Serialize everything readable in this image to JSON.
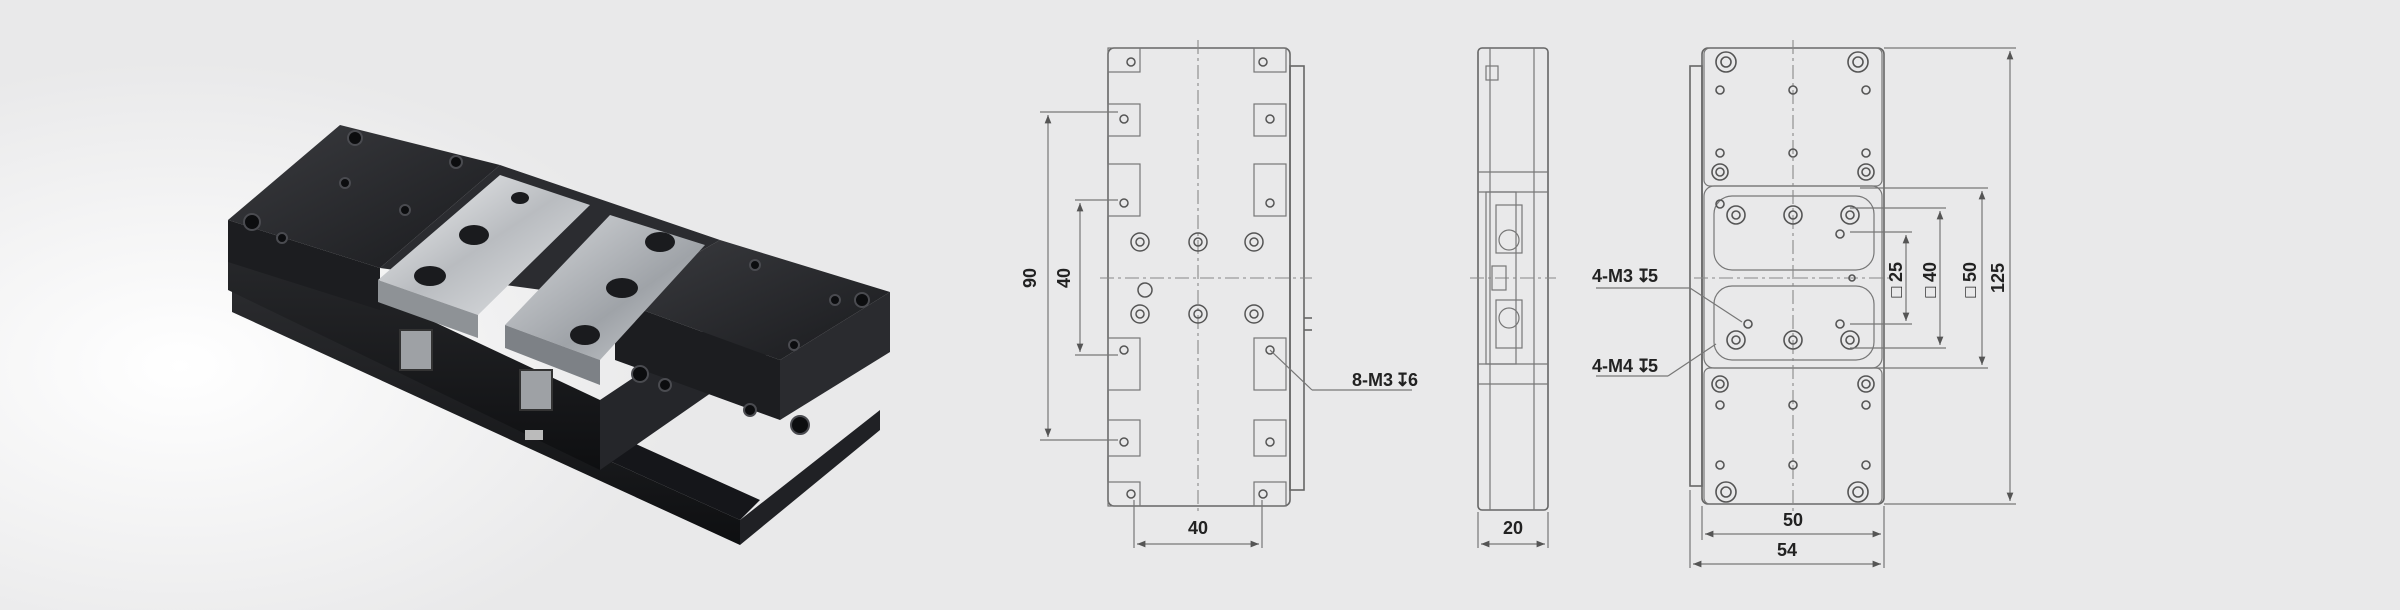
{
  "labels": {
    "front_height_total": "90",
    "front_height_inner": "40",
    "front_width": "40",
    "front_thread_callout": "8-M3",
    "front_thread_depth": "6",
    "side_thickness": "20",
    "top_thread_m3": "4-M3",
    "top_thread_m3_depth": "5",
    "top_thread_m4": "4-M4",
    "top_thread_m4_depth": "5",
    "top_square_25": "25",
    "top_square_40": "40",
    "top_square_50": "50",
    "top_height": "125",
    "top_width_50": "50",
    "top_width_54": "54"
  },
  "symbols": {
    "depth": "↧",
    "square": "□"
  },
  "colors": {
    "background": "#e9e9ea",
    "line": "#666666",
    "text": "#222222",
    "body_black": "#1e1f22",
    "jaw_silver": "#c9cbcd"
  },
  "icons": {
    "product_render": "pneumatic-gripper-render"
  }
}
